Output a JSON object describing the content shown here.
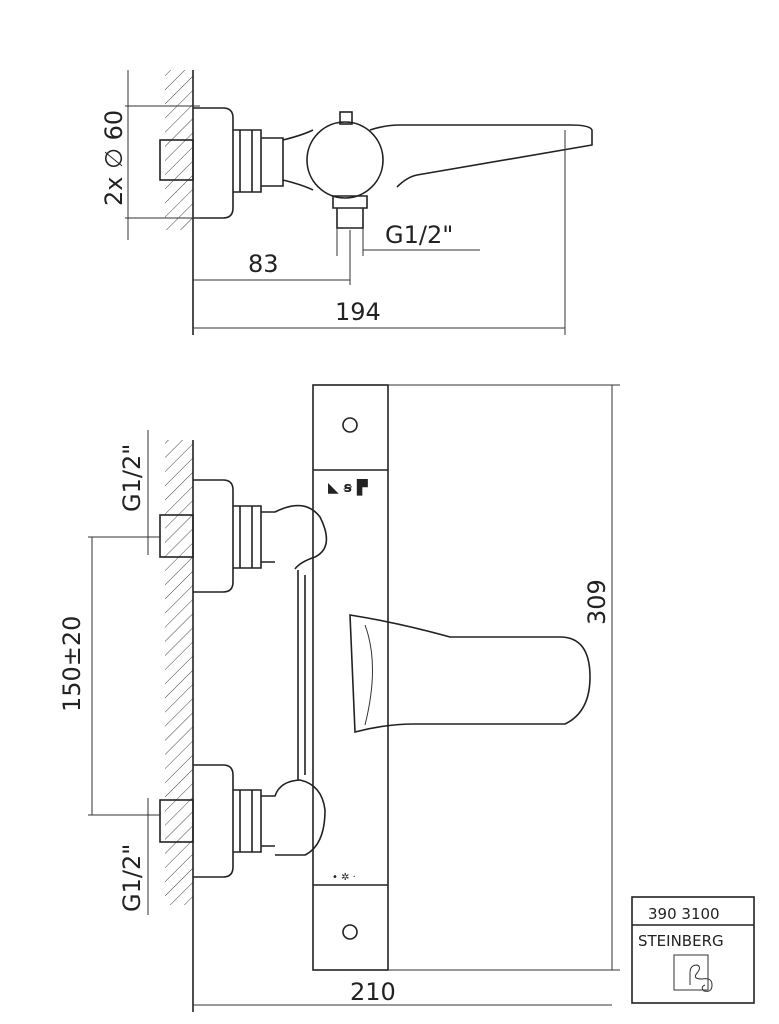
{
  "top_view": {
    "dim_diameter": "2x ∅ 60",
    "dim_thread": "G1/2\"",
    "dim_83": "83",
    "dim_194": "194"
  },
  "front_view": {
    "dim_thread_top": "G1/2\"",
    "dim_thread_bottom": "G1/2\"",
    "dim_spacing": "150±20",
    "dim_height": "309",
    "dim_width": "210"
  },
  "title_block": {
    "code": "390 3100",
    "brand": "STEINBERG"
  }
}
